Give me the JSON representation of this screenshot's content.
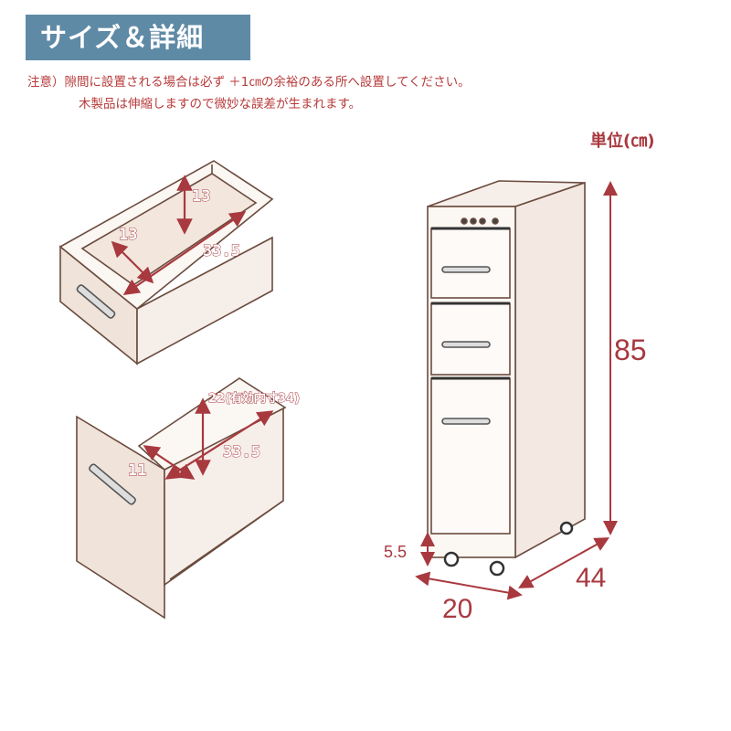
{
  "header": {
    "title": "サイズ＆詳細"
  },
  "notes": {
    "line1": "注意）隙間に設置される場合は必ず ＋1㎝の余裕のある所へ設置してください。",
    "line2": "木製品は伸縮しますので微妙な誤差が生まれます。"
  },
  "unit_label": "単位(㎝)",
  "dimensions": {
    "height": "85",
    "depth": "44",
    "width": "20",
    "caster_height": "5.5",
    "upper_drawer": {
      "height": "13",
      "width": "13",
      "depth": "33.5"
    },
    "lower_drawer": {
      "height": "22(有効内寸34)",
      "width": "11",
      "depth": "33.5"
    }
  },
  "colors": {
    "title_bg": "#5f8aa6",
    "accent": "#a8393f",
    "note": "#b83a3a"
  }
}
